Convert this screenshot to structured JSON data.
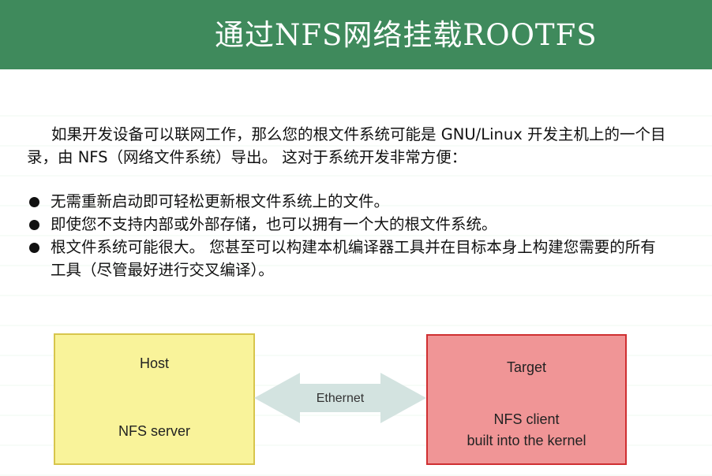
{
  "slide": {
    "title": "通过NFS网络挂载ROOTFS",
    "intro": "如果开发设备可以联网工作，那么您的根文件系统可能是 GNU/Linux 开发主机上的一个目录，由 NFS（网络文件系统）导出。 这对于系统开发非常方便：",
    "bullets": [
      "无需重新启动即可轻松更新根文件系统上的文件。",
      "即使您不支持内部或外部存储，也可以拥有一个大的根文件系统。",
      "根文件系统可能很大。 您甚至可以构建本机编译器工具并在目标本身上构建您需要的所有工具（尽管最好进行交叉编译）。"
    ]
  },
  "diagram": {
    "host": {
      "title": "Host",
      "role": "NFS server"
    },
    "link_label": "Ethernet",
    "target": {
      "title": "Target",
      "line1": "NFS client",
      "line2": "built into the kernel"
    }
  },
  "colors": {
    "title_bar": "#3f8a5c",
    "host_fill": "#f9f39a",
    "host_border": "#d7c54c",
    "target_fill": "#f09596",
    "target_border": "#cf2f31",
    "arrow": "#d3e3e0"
  }
}
